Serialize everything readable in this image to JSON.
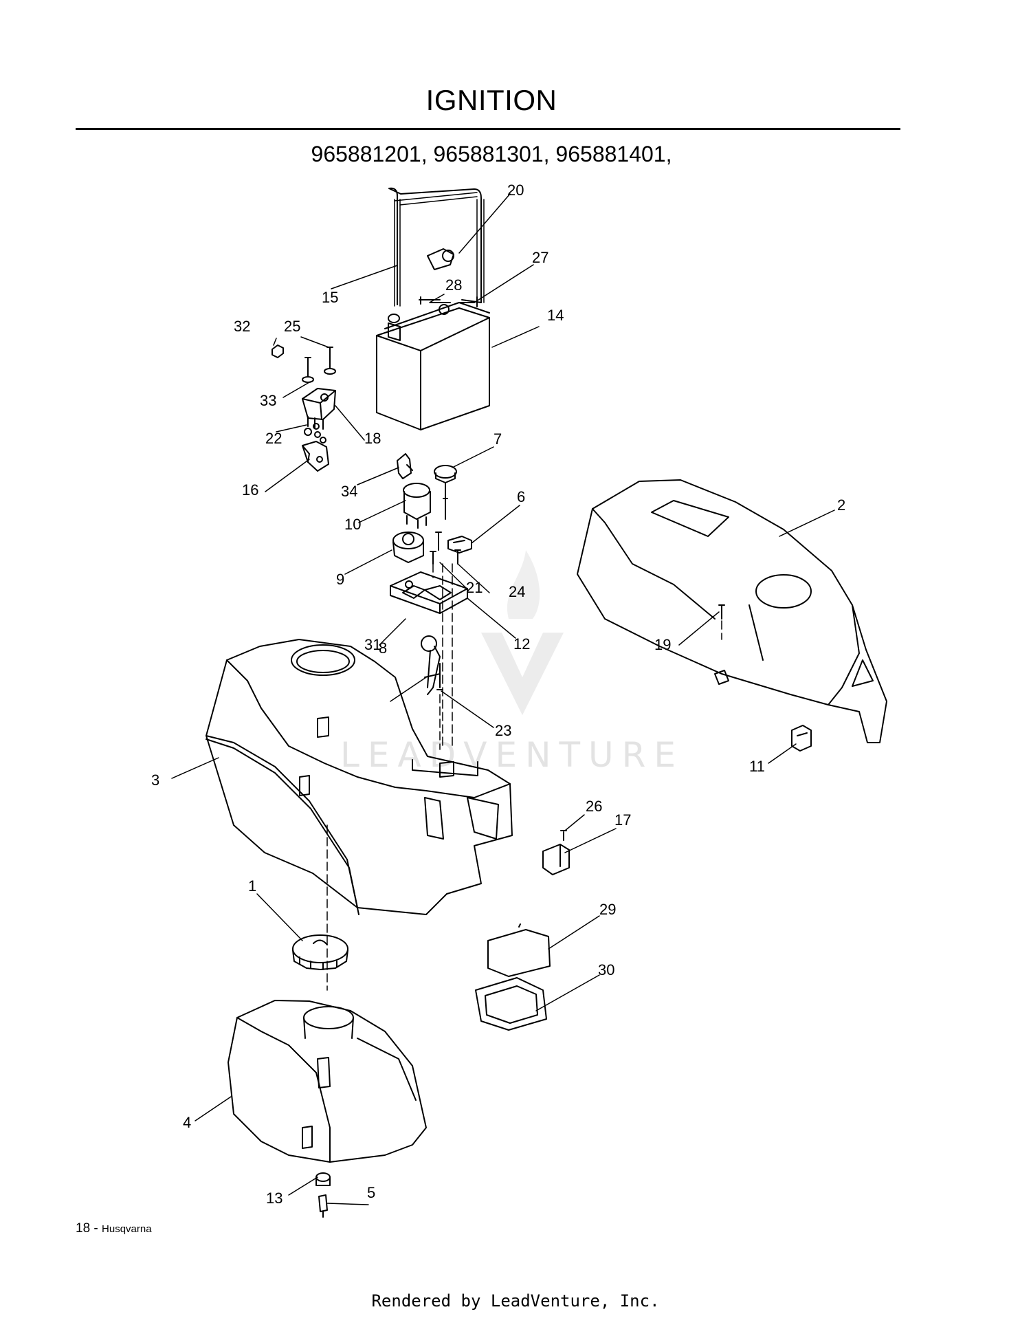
{
  "header": {
    "title": "IGNITION",
    "models": "965881201, 965881301, 965881401,"
  },
  "footer": {
    "page_number": "18 -",
    "brand": "Husqvarna",
    "rendered_by": "Rendered by LeadVenture, Inc."
  },
  "watermark": {
    "text": "LEADVENTURE"
  },
  "callouts": [
    "1",
    "2",
    "3",
    "4",
    "5",
    "6",
    "7",
    "8",
    "9",
    "10",
    "11",
    "12",
    "13",
    "14",
    "15",
    "16",
    "17",
    "18",
    "19",
    "20",
    "21",
    "22",
    "23",
    "24",
    "25",
    "26",
    "27",
    "28",
    "29",
    "30",
    "31",
    "32",
    "33",
    "34"
  ],
  "colors": {
    "ink": "#000000",
    "watermark": "#e3e3e3",
    "background": "#ffffff"
  }
}
